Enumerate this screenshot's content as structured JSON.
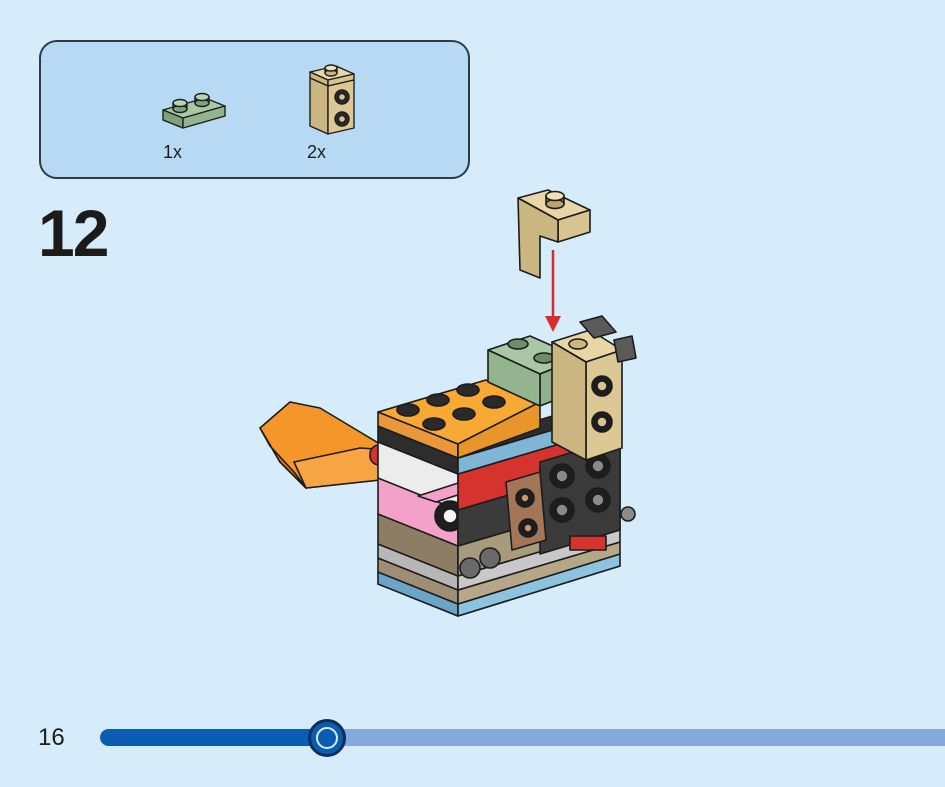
{
  "parts": [
    {
      "name": "plate-1x2-sand-green",
      "count_label": "1x"
    },
    {
      "name": "bracket-tan",
      "count_label": "2x"
    }
  ],
  "step": {
    "number": "12"
  },
  "page": {
    "number": "16"
  },
  "progress": {
    "fraction": 0.269
  },
  "colors": {
    "background": "#d6ecfb",
    "parts_box": "#b8d9f4",
    "progress_fill": "#0a5db3",
    "progress_track": "#86a8dc",
    "arrow": "#d62c2c"
  }
}
